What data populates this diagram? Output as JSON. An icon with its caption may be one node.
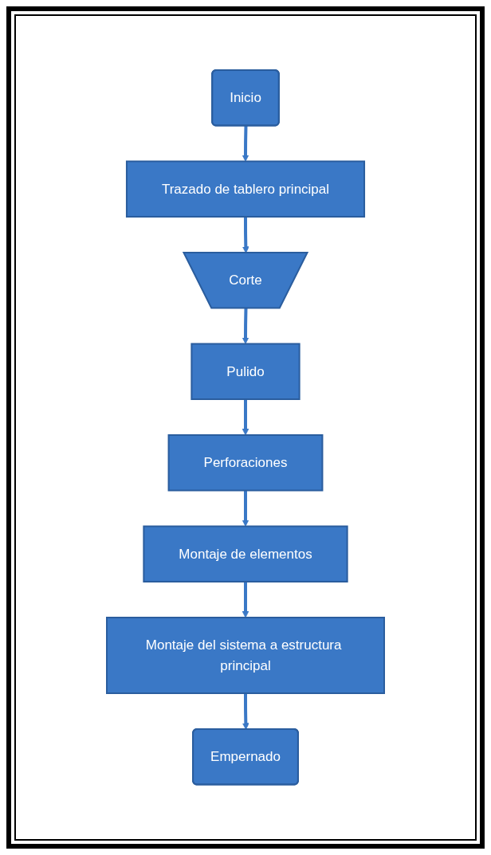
{
  "diagram": {
    "nodes": [
      {
        "text": [
          "Inicio"
        ]
      },
      {
        "text": [
          "Trazado de tablero principal"
        ]
      },
      {
        "text": [
          "Corte"
        ]
      },
      {
        "text": [
          "Pulido"
        ]
      },
      {
        "text": [
          "Perforaciones"
        ]
      },
      {
        "text": [
          "Montaje de elementos"
        ]
      },
      {
        "text": [
          "Montaje del sistema a estructura principal"
        ]
      },
      {
        "text": [
          "Empernado"
        ]
      }
    ],
    "edges": [
      {
        "from": 0,
        "to": 1,
        "arrow": "to"
      },
      {
        "from": 1,
        "to": 2,
        "arrow": "to"
      },
      {
        "from": 2,
        "to": 3,
        "arrow": "to"
      },
      {
        "from": 3,
        "to": 4,
        "arrow": "to"
      },
      {
        "from": 4,
        "to": 5,
        "arrow": "to"
      },
      {
        "from": 5,
        "to": 6,
        "arrow": "to"
      },
      {
        "from": 6,
        "to": 7,
        "arrow": "to"
      }
    ]
  }
}
